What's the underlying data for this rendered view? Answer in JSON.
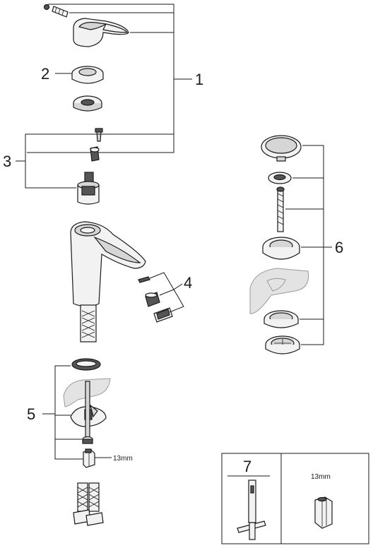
{
  "callouts": {
    "c1": "1",
    "c2": "2",
    "c3": "3",
    "c4": "4",
    "c5": "5",
    "c6": "6",
    "c7": "7"
  },
  "labels": {
    "hex_size": "13mm",
    "tool_hex_size": "13mm"
  }
}
